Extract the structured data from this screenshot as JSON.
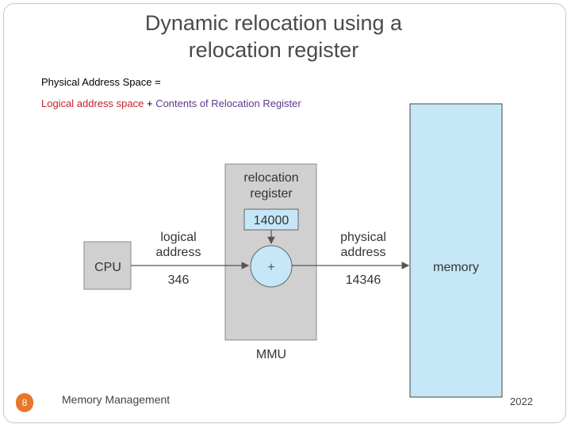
{
  "title": {
    "line1": "Dynamic relocation using a",
    "line2": "relocation register"
  },
  "formula": {
    "line1": "Physical Address Space =",
    "logical": "Logical address space",
    "plus": " + ",
    "contents": "Contents of Relocation Register"
  },
  "diagram": {
    "cpu": "CPU",
    "logical_label_1": "logical",
    "logical_label_2": "address",
    "logical_value": "346",
    "reloc_label_1": "relocation",
    "reloc_label_2": "register",
    "reloc_value": "14000",
    "adder": "+",
    "mmu": "MMU",
    "physical_label_1": "physical",
    "physical_label_2": "address",
    "physical_value": "14346",
    "memory": "memory"
  },
  "footer": {
    "slide_number": "8",
    "section": "Memory Management",
    "year": "2022"
  },
  "colors": {
    "logical_text": "#c0222a",
    "contents_text": "#5b3a8c",
    "memory_fill": "#c5e7f7",
    "box_fill": "#d0d0d0",
    "badge": "#e8762b"
  }
}
